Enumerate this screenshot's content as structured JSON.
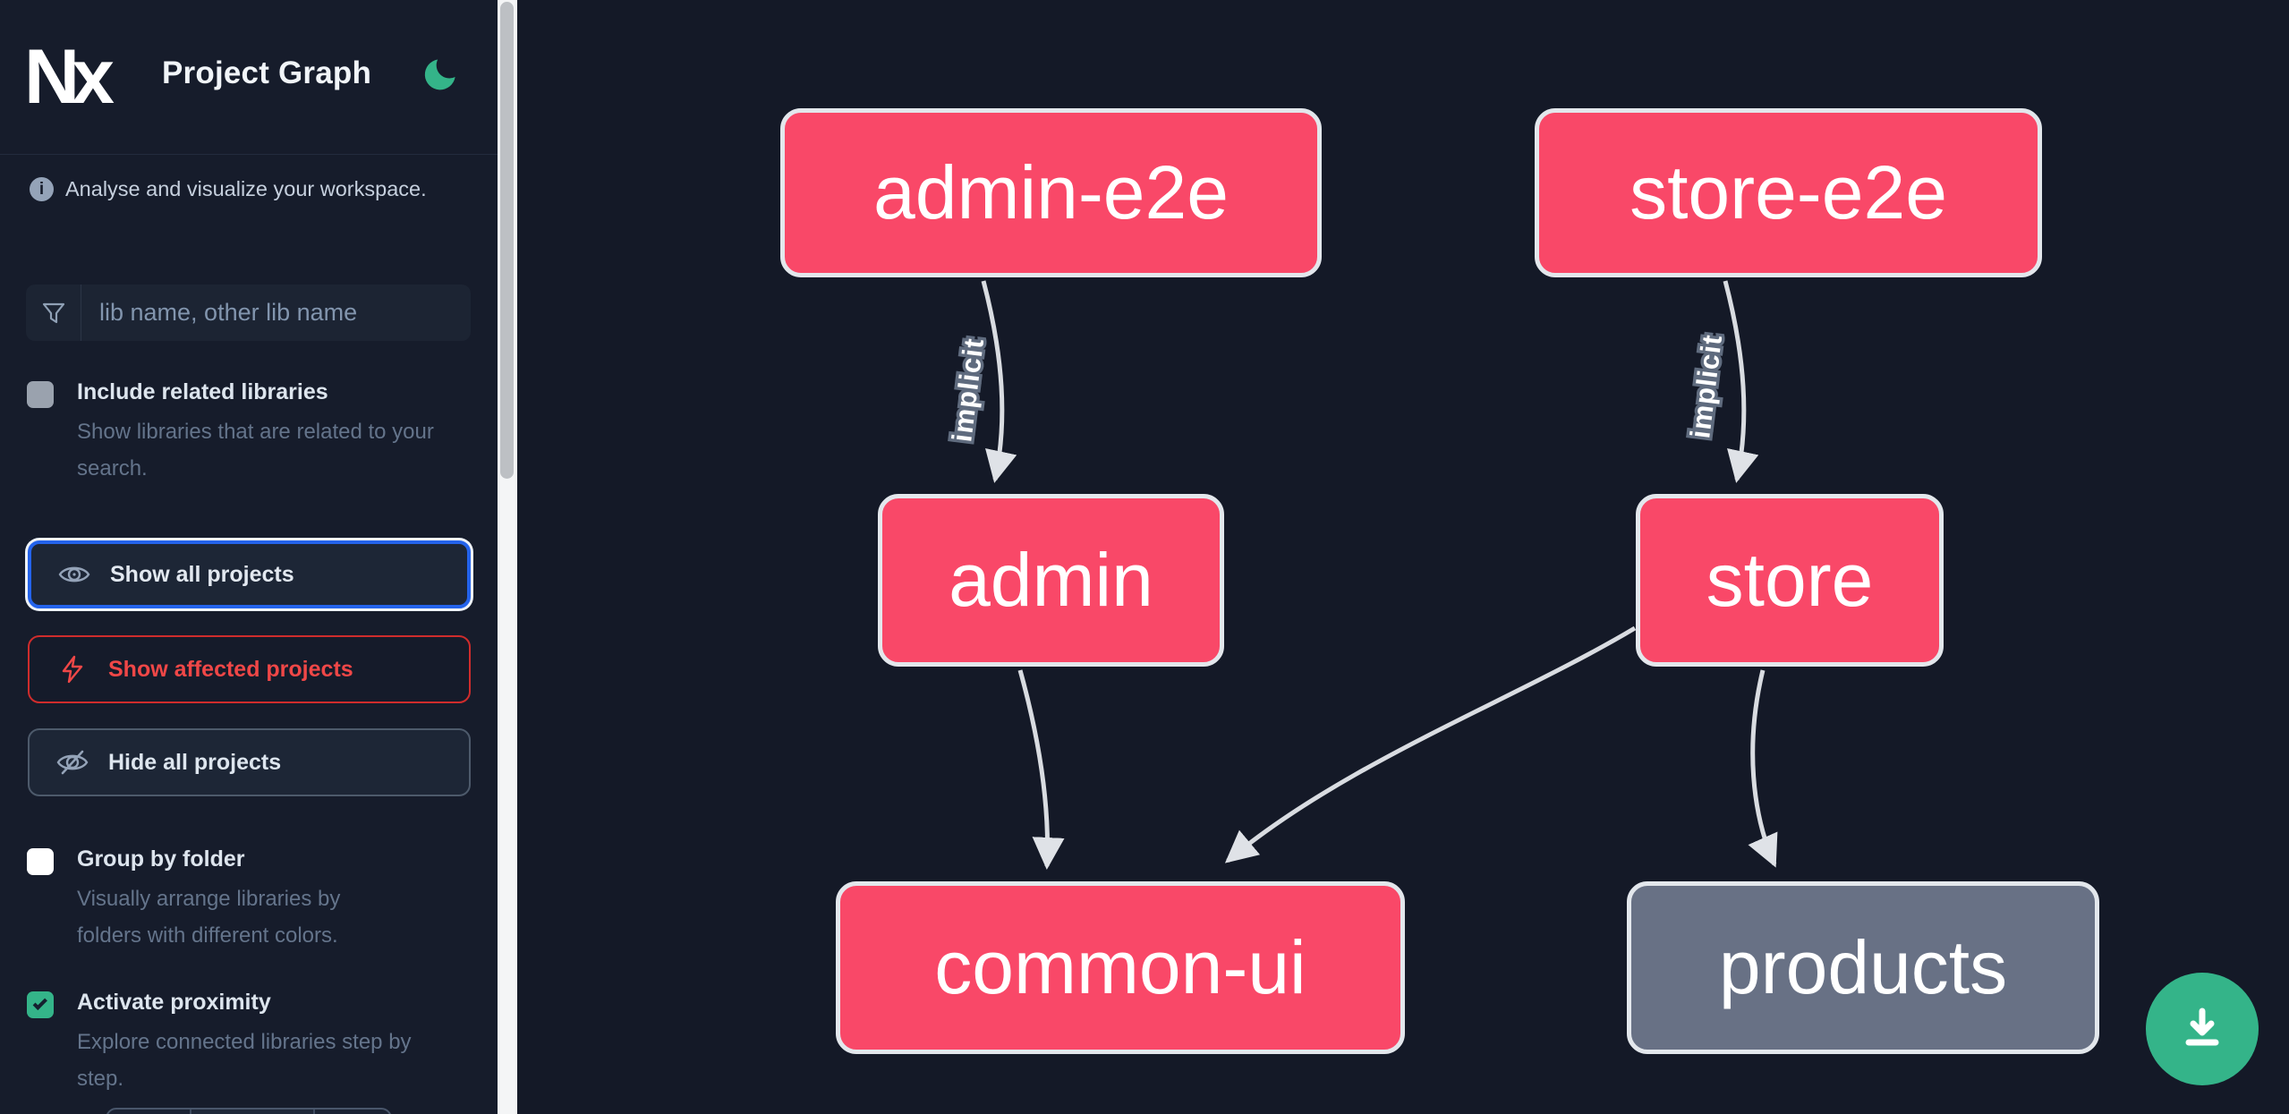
{
  "app": {
    "title": "Project Graph",
    "logo": "nx"
  },
  "colors": {
    "accent_green": "#34b489",
    "node_pink": "#f94868",
    "node_gray": "#687185",
    "node_border": "#e3e7ec",
    "edge": "#d9dce1",
    "affected_red": "#f04747",
    "focus_blue": "#2463eb",
    "sidebar_bg": "#161c2b",
    "graph_bg": "#141927"
  },
  "icons": {
    "logo": "nx-logo",
    "theme_toggle": "moon",
    "info": "info-circle",
    "search": "filter-funnel",
    "show_all": "eye",
    "show_affected": "lightning-bolt",
    "hide_all": "eye-off",
    "fab": "download"
  },
  "sidebar": {
    "tagline": "Analyse and visualize your workspace.",
    "search_placeholder": "lib name, other lib name",
    "search_value": "",
    "options": [
      {
        "label": "Include related libraries",
        "description": "Show libraries that are related to your search.",
        "checked": false
      },
      {
        "label": "Group by folder",
        "description": "Visually arrange libraries by folders with different colors.",
        "checked": false
      },
      {
        "label": "Activate proximity",
        "description": "Explore connected libraries step by step.",
        "checked": true
      }
    ],
    "buttons": [
      {
        "label": "Show all projects",
        "state": "focused"
      },
      {
        "label": "Show affected projects",
        "state": "affected"
      },
      {
        "label": "Hide all projects",
        "state": "default"
      }
    ]
  },
  "graph": {
    "nodes": [
      {
        "label": "admin-e2e",
        "color": "pink"
      },
      {
        "label": "store-e2e",
        "color": "pink"
      },
      {
        "label": "admin",
        "color": "pink"
      },
      {
        "label": "store",
        "color": "pink"
      },
      {
        "label": "common-ui",
        "color": "pink"
      },
      {
        "label": "products",
        "color": "gray"
      }
    ],
    "edges": [
      {
        "source": "admin-e2e",
        "target": "admin",
        "label": "implicit"
      },
      {
        "source": "store-e2e",
        "target": "store",
        "label": "implicit"
      },
      {
        "source": "admin",
        "target": "common-ui",
        "label": ""
      },
      {
        "source": "store",
        "target": "common-ui",
        "label": ""
      },
      {
        "source": "store",
        "target": "products",
        "label": ""
      }
    ]
  }
}
